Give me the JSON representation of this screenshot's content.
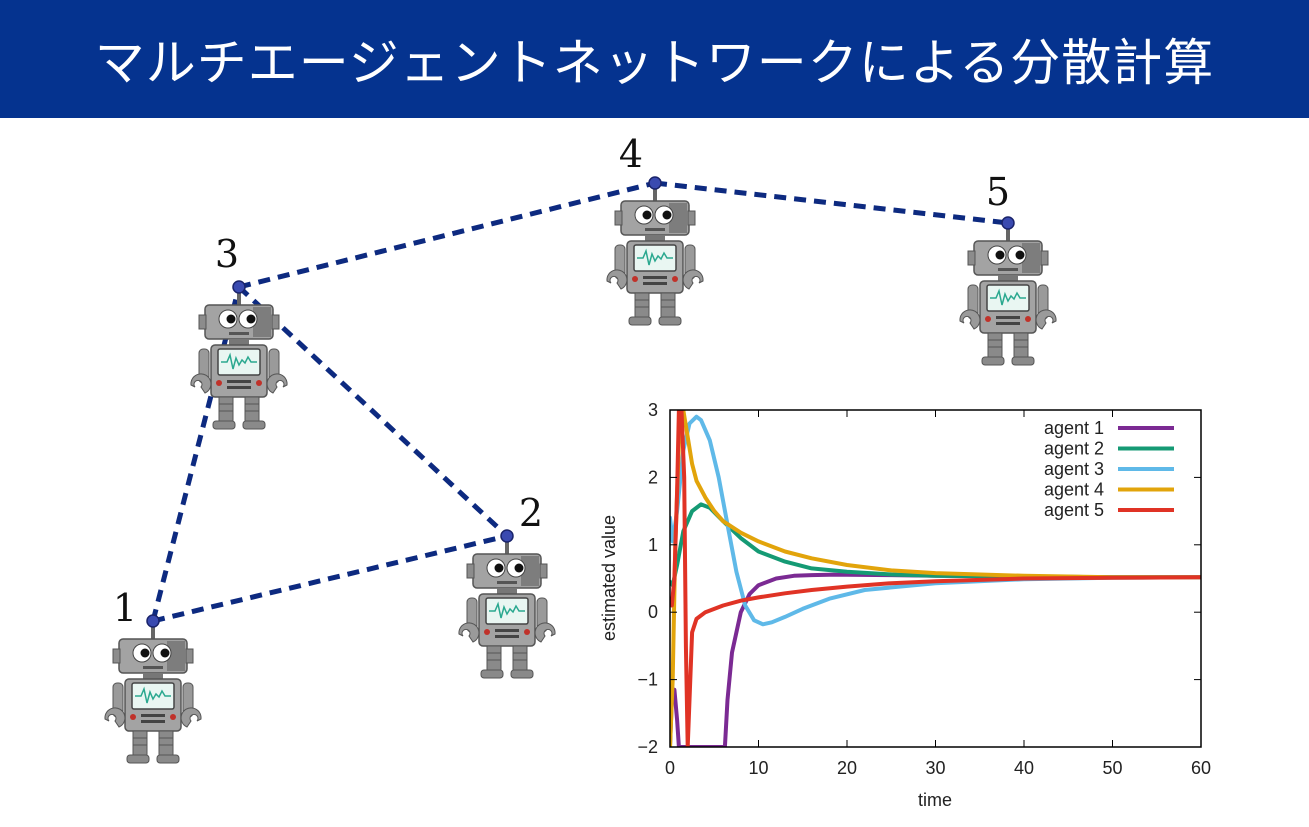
{
  "title": "マルチエージェントネットワークによる分散計算",
  "network": {
    "agents": [
      {
        "id": 1,
        "label": "1"
      },
      {
        "id": 2,
        "label": "2"
      },
      {
        "id": 3,
        "label": "3"
      },
      {
        "id": 4,
        "label": "4"
      },
      {
        "id": 5,
        "label": "5"
      }
    ],
    "edges": [
      [
        1,
        3
      ],
      [
        1,
        2
      ],
      [
        3,
        2
      ],
      [
        3,
        4
      ],
      [
        4,
        5
      ]
    ],
    "edge_color": "#0d2a80",
    "robot_color": "#9a9a9a",
    "screen_color": "#2aa88f"
  },
  "chart_data": {
    "type": "line",
    "xlabel": "time",
    "ylabel": "estimated value",
    "xlim": [
      0,
      60
    ],
    "ylim": [
      -2,
      3
    ],
    "xticks": [
      "0",
      "10",
      "20",
      "30",
      "40",
      "50",
      "60"
    ],
    "yticks": [
      "−2",
      "−1",
      "0",
      "1",
      "2",
      "3"
    ],
    "grid": false,
    "legend_position": "top-right",
    "series": [
      {
        "name": "agent 1",
        "color": "#7b2a93",
        "x": [
          0,
          0.2,
          0.5,
          0.8,
          1.0,
          6.2,
          6.5,
          7,
          8,
          9,
          10,
          12,
          14,
          16,
          18,
          20,
          25,
          30,
          40,
          50,
          60
        ],
        "y": [
          -2,
          -1.3,
          -1.15,
          -1.6,
          -2,
          -2,
          -1.3,
          -0.6,
          0.0,
          0.27,
          0.4,
          0.5,
          0.54,
          0.55,
          0.555,
          0.555,
          0.55,
          0.54,
          0.53,
          0.52,
          0.52
        ]
      },
      {
        "name": "agent 2",
        "color": "#159a74",
        "x": [
          0,
          0.3,
          0.8,
          1.5,
          2.5,
          3.5,
          4.5,
          6,
          8,
          10,
          13,
          16,
          20,
          25,
          30,
          40,
          50,
          60
        ],
        "y": [
          0.45,
          0.4,
          0.7,
          1.2,
          1.5,
          1.6,
          1.55,
          1.35,
          1.1,
          0.9,
          0.75,
          0.65,
          0.6,
          0.56,
          0.54,
          0.53,
          0.52,
          0.52
        ]
      },
      {
        "name": "agent 3",
        "color": "#5fb9e8",
        "x": [
          0,
          0.3,
          0.8,
          1.5,
          2.2,
          3,
          3.5,
          4.5,
          5.5,
          6.5,
          7.5,
          8.5,
          9.5,
          10.5,
          11.5,
          13,
          15,
          18,
          22,
          30,
          40,
          50,
          60
        ],
        "y": [
          1.4,
          1.05,
          1.5,
          2.4,
          2.8,
          2.9,
          2.85,
          2.55,
          2.0,
          1.3,
          0.6,
          0.1,
          -0.12,
          -0.18,
          -0.15,
          -0.07,
          0.05,
          0.2,
          0.33,
          0.43,
          0.49,
          0.51,
          0.52
        ]
      },
      {
        "name": "agent 4",
        "color": "#e2a40b",
        "x": [
          0,
          0.3,
          0.6,
          1.0,
          1.5,
          2.0,
          2.5,
          3,
          4,
          5,
          6,
          8,
          10,
          13,
          16,
          20,
          25,
          30,
          40,
          50,
          60
        ],
        "y": [
          -2,
          -1.0,
          1.0,
          2.5,
          3.0,
          2.6,
          2.2,
          1.95,
          1.7,
          1.5,
          1.35,
          1.18,
          1.05,
          0.9,
          0.8,
          0.7,
          0.62,
          0.58,
          0.54,
          0.52,
          0.52
        ]
      },
      {
        "name": "agent 5",
        "color": "#e03325",
        "x": [
          0,
          0.2,
          0.5,
          0.8,
          1.0,
          1.3,
          1.6,
          1.8,
          2.0,
          2.5,
          3,
          4,
          6,
          8,
          10,
          13,
          16,
          20,
          25,
          30,
          40,
          50,
          60
        ],
        "y": [
          0.2,
          0.1,
          0.5,
          1.8,
          3.0,
          3.0,
          2.0,
          -0.5,
          -2.0,
          -0.3,
          -0.1,
          0.0,
          0.1,
          0.17,
          0.22,
          0.28,
          0.33,
          0.38,
          0.43,
          0.46,
          0.5,
          0.51,
          0.52
        ]
      }
    ]
  }
}
